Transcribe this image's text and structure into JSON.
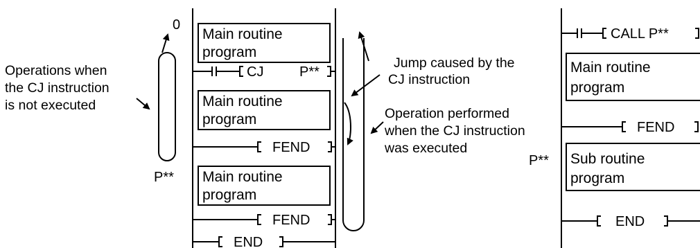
{
  "left_diagram": {
    "loop_start_label": "0",
    "loop_end_label": "P**",
    "not_executed_note": [
      "Operations when",
      "the CJ instruction",
      "is not executed"
    ],
    "boxes": [
      [
        "Main routine",
        "program"
      ],
      [
        "Main routine",
        "program"
      ],
      [
        "Main routine",
        "program"
      ]
    ],
    "cj_instruction": "CJ",
    "cj_pointer": "P**",
    "fend_1": "FEND",
    "fend_2": "FEND",
    "end": "END",
    "jump_note": [
      "Jump caused by the",
      "CJ instruction"
    ],
    "executed_note": [
      "Operation performed",
      "when the CJ instruction",
      "was executed"
    ]
  },
  "right_diagram": {
    "call_instruction": "CALL P**",
    "main_box": [
      "Main routine",
      "program"
    ],
    "fend": "FEND",
    "pointer_label": "P**",
    "sub_box": [
      "Sub routine",
      "program"
    ],
    "end": "END"
  }
}
